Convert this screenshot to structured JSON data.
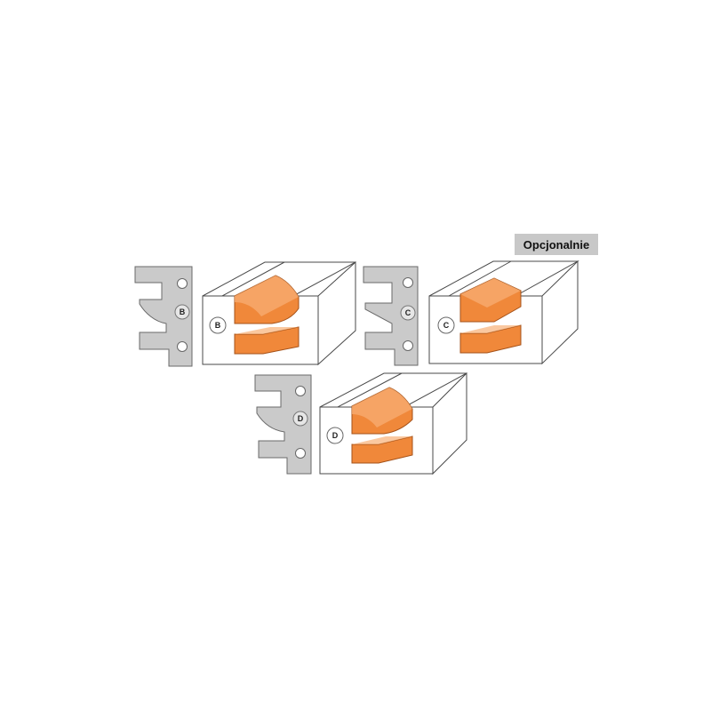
{
  "optional_label": "Opcjonalnie",
  "colors": {
    "plate": "#cacaca",
    "plate_stroke": "#6a6a6a",
    "block_face": "#ffffff",
    "block_stroke": "#4a4a4a",
    "profile_orange": "#f0883a",
    "profile_orange_dark": "#c8621e",
    "profile_orange_light": "#f8b077"
  },
  "sets": [
    {
      "id": "B",
      "plate_label": "B",
      "block_label": "B"
    },
    {
      "id": "C",
      "plate_label": "C",
      "block_label": "C"
    },
    {
      "id": "D",
      "plate_label": "D",
      "block_label": "D"
    }
  ]
}
